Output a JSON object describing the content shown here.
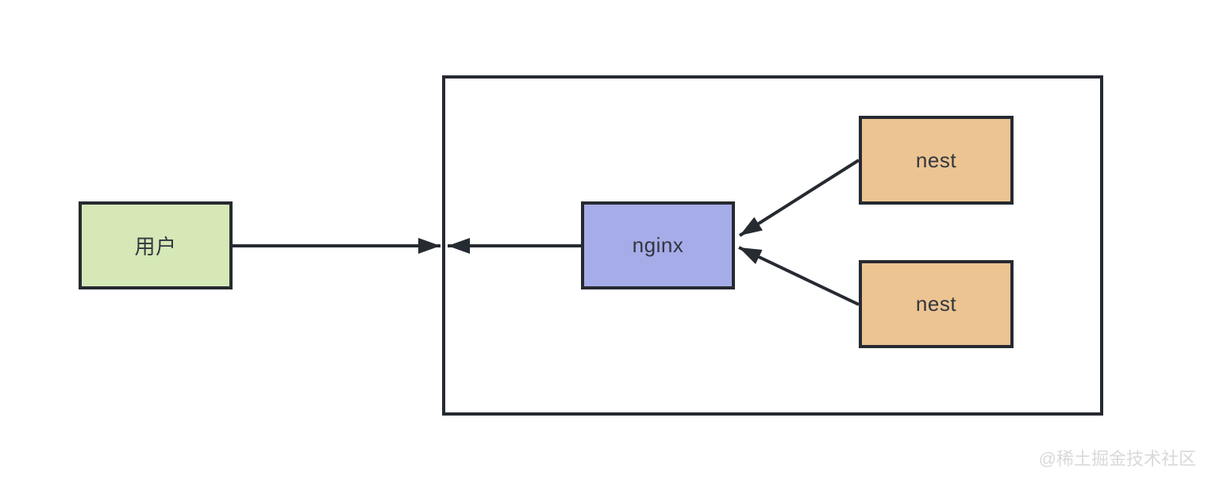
{
  "diagram": {
    "nodes": {
      "user": {
        "label": "用户",
        "fill": "#d5e8b6"
      },
      "nginx": {
        "label": "nginx",
        "fill": "#a6ace8"
      },
      "nest_top": {
        "label": "nest",
        "fill": "#ecc492"
      },
      "nest_bottom": {
        "label": "nest",
        "fill": "#ecc492"
      }
    },
    "edges": [
      {
        "from": "user",
        "to": "cluster-left-edge",
        "arrowhead": "right"
      },
      {
        "from": "nginx",
        "to": "cluster-left-edge",
        "arrowhead": "left"
      },
      {
        "from": "nest_top",
        "to": "nginx",
        "arrowhead": "left"
      },
      {
        "from": "nest_bottom",
        "to": "nginx",
        "arrowhead": "left"
      }
    ],
    "colors": {
      "stroke": "#262a31",
      "label_text": "#33363f",
      "watermark": "#d9d9d9",
      "background": "#ffffff"
    },
    "watermark": {
      "text": "@稀土掘金技术社区"
    }
  }
}
